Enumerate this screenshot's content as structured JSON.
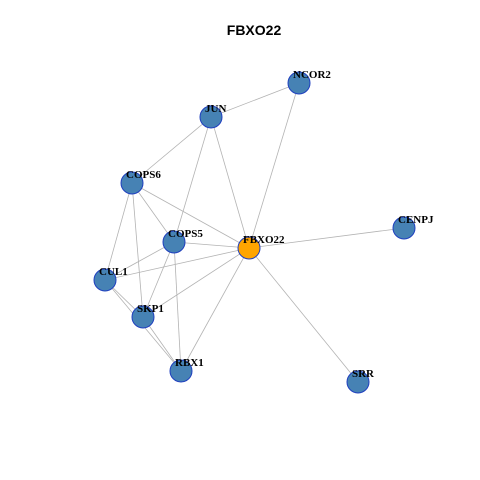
{
  "title": "FBXO22",
  "colors": {
    "background": "#ffffff",
    "node_default": "#4682b4",
    "node_highlight": "#ffa500",
    "node_border": "#1f3fbf",
    "edge": "#b3b3b3"
  },
  "highlight_node": "FBXO22",
  "nodes": [
    {
      "id": "NCOR2"
    },
    {
      "id": "JUN"
    },
    {
      "id": "COPS6"
    },
    {
      "id": "COPS5"
    },
    {
      "id": "FBXO22"
    },
    {
      "id": "CENPJ"
    },
    {
      "id": "CUL1"
    },
    {
      "id": "SKP1"
    },
    {
      "id": "RBX1"
    },
    {
      "id": "SRR"
    }
  ],
  "edges": [
    [
      "NCOR2",
      "JUN"
    ],
    [
      "NCOR2",
      "FBXO22"
    ],
    [
      "JUN",
      "COPS6"
    ],
    [
      "JUN",
      "COPS5"
    ],
    [
      "JUN",
      "FBXO22"
    ],
    [
      "COPS6",
      "COPS5"
    ],
    [
      "COPS6",
      "FBXO22"
    ],
    [
      "COPS6",
      "CUL1"
    ],
    [
      "COPS6",
      "SKP1"
    ],
    [
      "COPS5",
      "FBXO22"
    ],
    [
      "COPS5",
      "CUL1"
    ],
    [
      "COPS5",
      "SKP1"
    ],
    [
      "COPS5",
      "RBX1"
    ],
    [
      "FBXO22",
      "CENPJ"
    ],
    [
      "FBXO22",
      "CUL1"
    ],
    [
      "FBXO22",
      "SKP1"
    ],
    [
      "FBXO22",
      "RBX1"
    ],
    [
      "FBXO22",
      "SRR"
    ],
    [
      "CUL1",
      "SKP1"
    ],
    [
      "CUL1",
      "RBX1"
    ],
    [
      "SKP1",
      "RBX1"
    ]
  ]
}
